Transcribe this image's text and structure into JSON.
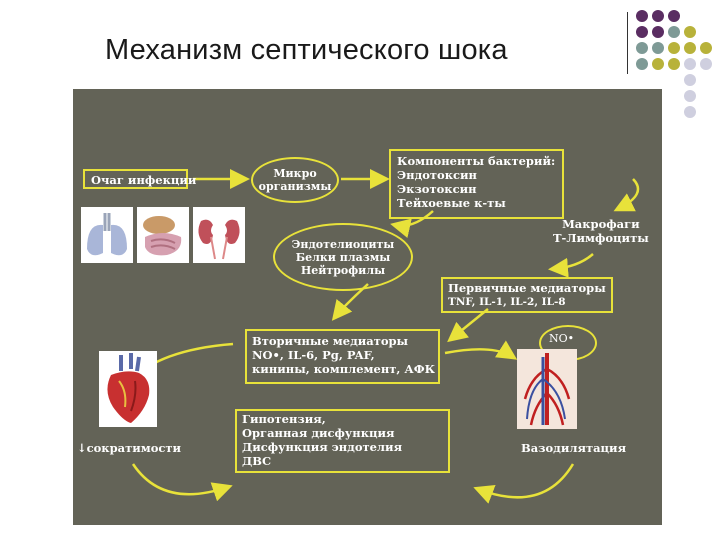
{
  "slide": {
    "title": "Механизм септического шока"
  },
  "diagram": {
    "infection_focus": "Очаг инфекции",
    "microorganisms": [
      "Микро",
      "организмы"
    ],
    "bacterial_components": [
      "Компоненты бактерий:",
      "Эндотоксин",
      "Экзотоксин",
      "Тейхоевые к-ты"
    ],
    "macrophages": [
      "Макрофаги",
      "Т-Лимфоциты"
    ],
    "endothelium": [
      "Эндотелиоциты",
      "Белки плазмы",
      "Нейтрофилы"
    ],
    "primary_mediators": [
      "Первичные медиаторы",
      "TNF, IL-1, IL-2, IL-8"
    ],
    "no_label": "NO•",
    "secondary_mediators": [
      "Вторичные медиаторы",
      "NO•, IL-6, Pg, PAF,",
      "кинины, комплемент, АФК"
    ],
    "effects": [
      "Гипотензия,",
      "Органная дисфункция",
      "Дисфункция эндотелия",
      "ДВС"
    ],
    "decreased_contractility": "↓сократимости",
    "vasodilation": "Вазодилятация"
  },
  "colors": {
    "panel_bg": "#636357",
    "box_border": "#e8e23a",
    "arrow": "#e8e23a",
    "dot_purple": "#5a2d62",
    "dot_olive": "#b8b23a",
    "dot_teal": "#7e9a96",
    "dot_light": "#cfcfdf"
  }
}
